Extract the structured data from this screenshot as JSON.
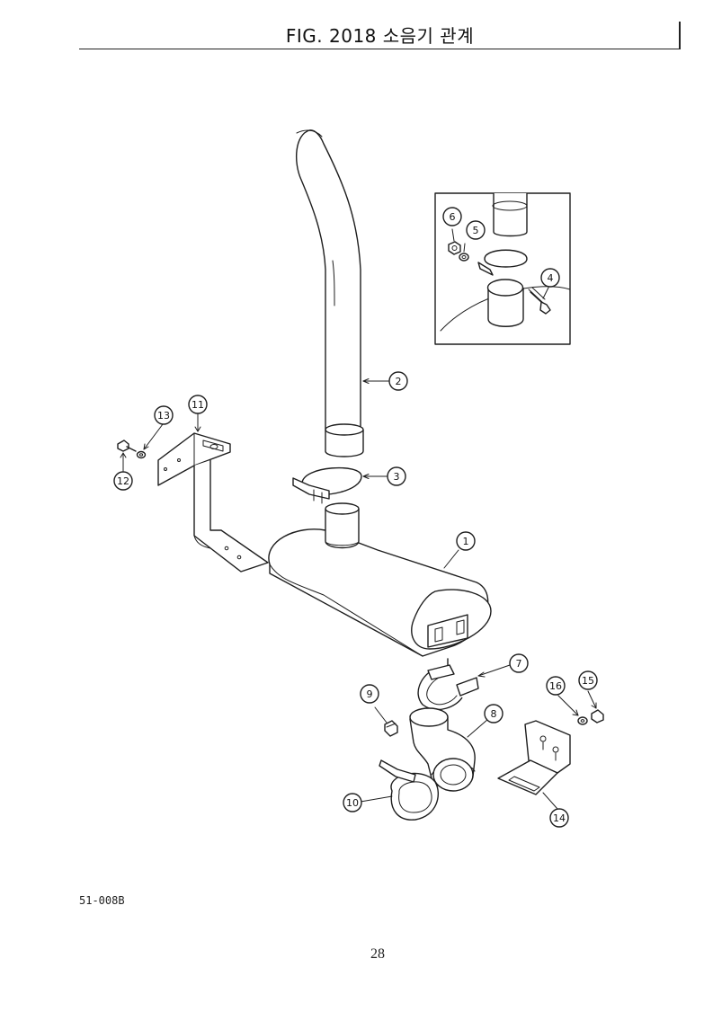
{
  "header": {
    "title": "FIG. 2018 소음기 관계"
  },
  "footer": {
    "drawing_code": "51-008B",
    "page_number": "28"
  },
  "callouts": [
    {
      "id": "1"
    },
    {
      "id": "2"
    },
    {
      "id": "3"
    },
    {
      "id": "4"
    },
    {
      "id": "5"
    },
    {
      "id": "6"
    },
    {
      "id": "7"
    },
    {
      "id": "8"
    },
    {
      "id": "9"
    },
    {
      "id": "10"
    },
    {
      "id": "11"
    },
    {
      "id": "12"
    },
    {
      "id": "13"
    },
    {
      "id": "14"
    },
    {
      "id": "15"
    },
    {
      "id": "16"
    }
  ]
}
